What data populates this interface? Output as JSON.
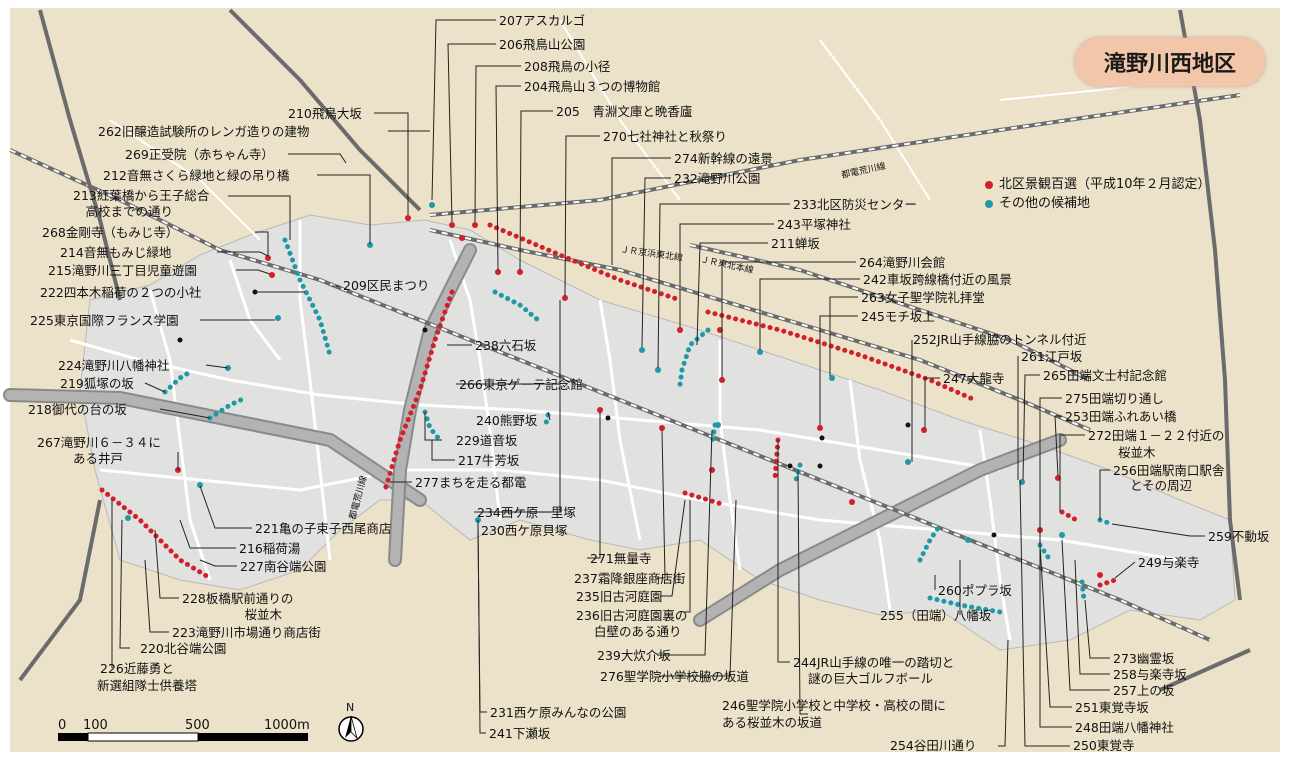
{
  "title": "滝野川西地区",
  "legend": [
    {
      "label": "北区景観百選（平成10年２月認定）",
      "color": "#d21f2b"
    },
    {
      "label": "その他の候補地",
      "color": "#1e9aa6"
    }
  ],
  "scale": {
    "t0": "0",
    "t1": "100",
    "t2": "500",
    "t3": "1000m"
  },
  "north": "N",
  "rail_labels": {
    "keihin": "ＪＲ京浜東北線",
    "tohoku": "ＪＲ東北本線",
    "toden": "都電荒川線",
    "tsushin": "都電荒川線"
  },
  "labels": {
    "l207": "207アスカルゴ",
    "l206": "206飛鳥山公園",
    "l208": "208飛鳥の小径",
    "l204": "204飛鳥山３つの博物館",
    "l205": "205　青淵文庫と晩香廬",
    "l210": "210飛鳥大坂",
    "l262": "262旧醸造試験所のレンガ造りの建物",
    "l270": "270七社神社と秋祭り",
    "l269": "269正受院（赤ちゃん寺）",
    "l274": "274新幹線の遠景",
    "l212": "212音無さくら緑地と緑の吊り橋",
    "l232": "232滝野川公園",
    "l213a": "213紅葉橋から王子総合",
    "l213b": "　高校までの通り",
    "l233": "233北区防災センター",
    "l243": "243平塚神社",
    "l268": "268金剛寺（もみじ寺）",
    "l211": "211蝉坂",
    "l214": "214音無もみじ緑地",
    "l264": "264滝野川会館",
    "l215": "215滝野川三丁目児童遊園",
    "l242": "242車坂跨線橋付近の風景",
    "l209": "209区民まつり",
    "l222": "222四本木稲荷の２つの小社",
    "l263": "263女子聖学院礼拝堂",
    "l225": "225東京国際フランス学園",
    "l245": "245モチ坂上",
    "l252": "252JR山手線脇のトンネル付近",
    "l238": "238六石坂",
    "l224": "224滝野川八幡神社",
    "l261": "261江戸坂",
    "l247": "247大龍寺",
    "l219": "219狐塚の坂",
    "l266": "266東京ゲーテ記念館",
    "l265": "265田端文士村記念館",
    "l275": "275田端切り通し",
    "l218": "218御代の台の坂",
    "l240": "240熊野坂",
    "l253": "253田端ふれあい橋",
    "l229": "229道音坂",
    "l272a": "272田端１－２２付近の",
    "l272b": "桜並木",
    "l267a": "267滝野川６－３４に",
    "l267b": "ある井戸",
    "l217": "217牛芳坂",
    "l256a": "256田端駅南口駅舎",
    "l256b": "とその周辺",
    "l277": "277まちを走る都電",
    "l234": "234西ケ原一里塚",
    "l221": "221亀の子束子西尾商店",
    "l230": "230西ケ原貝塚",
    "l259": "259不動坂",
    "l216": "216稲荷湯",
    "l249": "249与楽寺",
    "l227": "227南谷端公園",
    "l271": "271無量寺",
    "l260": "260ポプラ坂",
    "l237": "237霜降銀座商店街",
    "l228a": "228板橋駅前通りの",
    "l228b": "　桜並木",
    "l235": "235旧古河庭園",
    "l223": "223滝野川市場通り商店街",
    "l236a": "236旧古河庭園裏の",
    "l236b": "白壁のある通り",
    "l255": "255（田端）八幡坂",
    "l220": "220北谷端公園",
    "l239": "239大炊介坂",
    "l273": "273幽霊坂",
    "l244a": "244JR山手線の唯一の踏切と",
    "l244b": "謎の巨大ゴルフボール",
    "l258": "258与楽寺坂",
    "l226a": "226近藤勇と",
    "l226b": "新選組隊士供養塔",
    "l276": "276聖学院小学校脇の坂道",
    "l257": "257上の坂",
    "l251": "251東覚寺坂",
    "l246a": "246聖学院小学校と中学校・高校の間に",
    "l246b": "ある桜並木の坂道",
    "l231": "231西ケ原みんなの公園",
    "l248": "248田端八幡神社",
    "l241": "241下瀬坂",
    "l254": "254谷田川通り",
    "l250": "250東覚寺"
  }
}
